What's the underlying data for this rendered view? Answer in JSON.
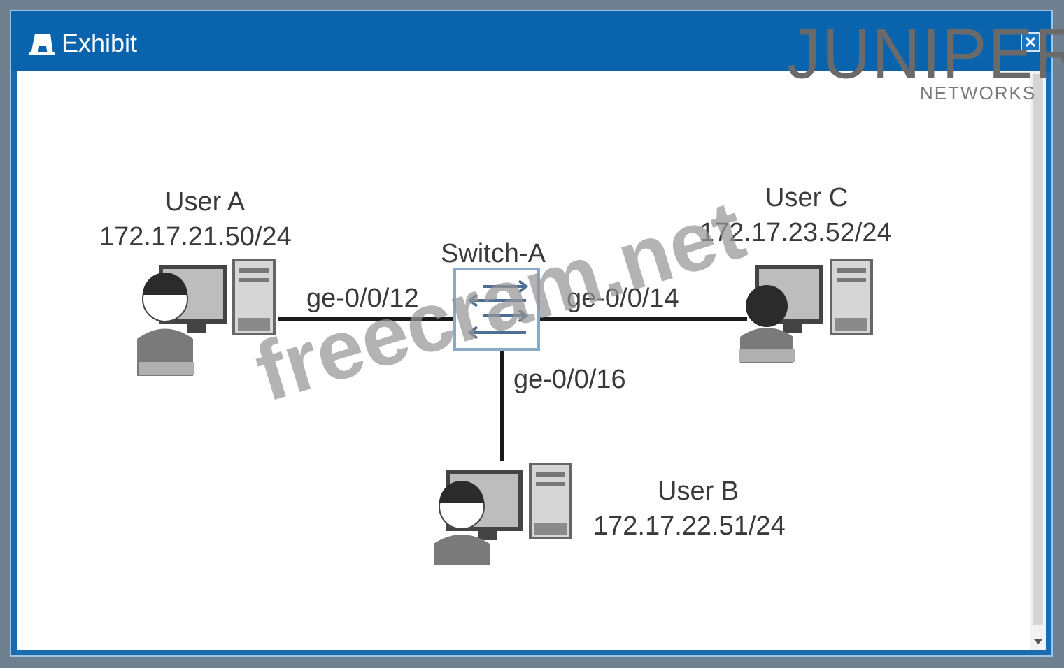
{
  "window": {
    "title": "Exhibit"
  },
  "diagram": {
    "switch": {
      "name": "Switch-A"
    },
    "users": [
      {
        "name": "User A",
        "ip": "172.17.21.50/24"
      },
      {
        "name": "User C",
        "ip": "172.17.23.52/24"
      },
      {
        "name": "User B",
        "ip": "172.17.22.51/24"
      }
    ],
    "ports": [
      {
        "label": "ge-0/0/12"
      },
      {
        "label": "ge-0/0/14"
      },
      {
        "label": "ge-0/0/16"
      }
    ]
  },
  "branding": {
    "logo_text": "JUNIPER",
    "logo_subtext": "NETWORKS"
  },
  "watermark": {
    "text": "freecram.net"
  }
}
